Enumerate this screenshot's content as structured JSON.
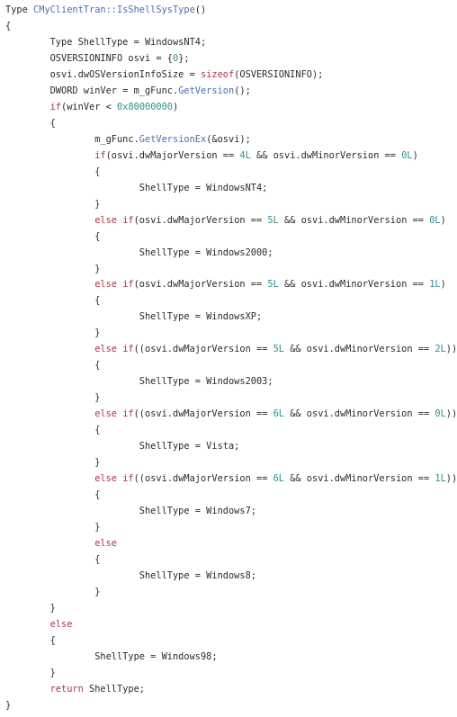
{
  "colors": {
    "keyword": "#b3324a",
    "function": "#4a6fb0",
    "number": "#2f8f8f",
    "text": "#2b2b2b",
    "background": "#ffffff"
  },
  "lines": [
    [
      {
        "t": "Type ",
        "c": "t"
      },
      {
        "t": "CMyClientTran::IsShellSysType",
        "c": "f"
      },
      {
        "t": "()",
        "c": "t"
      }
    ],
    [
      {
        "t": "{",
        "c": "t"
      }
    ],
    [
      {
        "t": "        Type ShellType = WindowsNT4;",
        "c": "t"
      }
    ],
    [
      {
        "t": "        OSVERSIONINFO osvi = {",
        "c": "t"
      },
      {
        "t": "0",
        "c": "n"
      },
      {
        "t": "};",
        "c": "t"
      }
    ],
    [
      {
        "t": "        osvi.dwOSVersionInfoSize = ",
        "c": "t"
      },
      {
        "t": "sizeof",
        "c": "k"
      },
      {
        "t": "(OSVERSIONINFO);",
        "c": "t"
      }
    ],
    [
      {
        "t": "        DWORD winVer = m_gFunc.",
        "c": "t"
      },
      {
        "t": "GetVersion",
        "c": "f"
      },
      {
        "t": "();",
        "c": "t"
      }
    ],
    [
      {
        "t": "        ",
        "c": "t"
      },
      {
        "t": "if",
        "c": "k"
      },
      {
        "t": "(winVer < ",
        "c": "t"
      },
      {
        "t": "0x80000000",
        "c": "n"
      },
      {
        "t": ")",
        "c": "t"
      }
    ],
    [
      {
        "t": "        {",
        "c": "t"
      }
    ],
    [
      {
        "t": "                m_gFunc.",
        "c": "t"
      },
      {
        "t": "GetVersionEx",
        "c": "f"
      },
      {
        "t": "(&osvi);",
        "c": "t"
      }
    ],
    [
      {
        "t": "                ",
        "c": "t"
      },
      {
        "t": "if",
        "c": "k"
      },
      {
        "t": "(osvi.dwMajorVersion == ",
        "c": "t"
      },
      {
        "t": "4L",
        "c": "n"
      },
      {
        "t": " && osvi.dwMinorVersion == ",
        "c": "t"
      },
      {
        "t": "0L",
        "c": "n"
      },
      {
        "t": ")",
        "c": "t"
      }
    ],
    [
      {
        "t": "                {",
        "c": "t"
      }
    ],
    [
      {
        "t": "                        ShellType = WindowsNT4;",
        "c": "t"
      }
    ],
    [
      {
        "t": "                }",
        "c": "t"
      }
    ],
    [
      {
        "t": "                ",
        "c": "t"
      },
      {
        "t": "else if",
        "c": "k"
      },
      {
        "t": "(osvi.dwMajorVersion == ",
        "c": "t"
      },
      {
        "t": "5L",
        "c": "n"
      },
      {
        "t": " && osvi.dwMinorVersion == ",
        "c": "t"
      },
      {
        "t": "0L",
        "c": "n"
      },
      {
        "t": ")",
        "c": "t"
      }
    ],
    [
      {
        "t": "                {",
        "c": "t"
      }
    ],
    [
      {
        "t": "                        ShellType = Windows2000;",
        "c": "t"
      }
    ],
    [
      {
        "t": "                }",
        "c": "t"
      }
    ],
    [
      {
        "t": "                ",
        "c": "t"
      },
      {
        "t": "else if",
        "c": "k"
      },
      {
        "t": "(osvi.dwMajorVersion == ",
        "c": "t"
      },
      {
        "t": "5L",
        "c": "n"
      },
      {
        "t": " && osvi.dwMinorVersion == ",
        "c": "t"
      },
      {
        "t": "1L",
        "c": "n"
      },
      {
        "t": ")",
        "c": "t"
      }
    ],
    [
      {
        "t": "                {",
        "c": "t"
      }
    ],
    [
      {
        "t": "                        ShellType = WindowsXP;",
        "c": "t"
      }
    ],
    [
      {
        "t": "                }",
        "c": "t"
      }
    ],
    [
      {
        "t": "                ",
        "c": "t"
      },
      {
        "t": "else if",
        "c": "k"
      },
      {
        "t": "((osvi.dwMajorVersion == ",
        "c": "t"
      },
      {
        "t": "5L",
        "c": "n"
      },
      {
        "t": " && osvi.dwMinorVersion == ",
        "c": "t"
      },
      {
        "t": "2L",
        "c": "n"
      },
      {
        "t": "))",
        "c": "t"
      }
    ],
    [
      {
        "t": "                {",
        "c": "t"
      }
    ],
    [
      {
        "t": "                        ShellType = Windows2003;",
        "c": "t"
      }
    ],
    [
      {
        "t": "                }",
        "c": "t"
      }
    ],
    [
      {
        "t": "                ",
        "c": "t"
      },
      {
        "t": "else if",
        "c": "k"
      },
      {
        "t": "((osvi.dwMajorVersion == ",
        "c": "t"
      },
      {
        "t": "6L",
        "c": "n"
      },
      {
        "t": " && osvi.dwMinorVersion == ",
        "c": "t"
      },
      {
        "t": "0L",
        "c": "n"
      },
      {
        "t": "))",
        "c": "t"
      }
    ],
    [
      {
        "t": "                {",
        "c": "t"
      }
    ],
    [
      {
        "t": "                        ShellType = Vista;",
        "c": "t"
      }
    ],
    [
      {
        "t": "                }",
        "c": "t"
      }
    ],
    [
      {
        "t": "                ",
        "c": "t"
      },
      {
        "t": "else if",
        "c": "k"
      },
      {
        "t": "((osvi.dwMajorVersion == ",
        "c": "t"
      },
      {
        "t": "6L",
        "c": "n"
      },
      {
        "t": " && osvi.dwMinorVersion == ",
        "c": "t"
      },
      {
        "t": "1L",
        "c": "n"
      },
      {
        "t": "))",
        "c": "t"
      }
    ],
    [
      {
        "t": "                {",
        "c": "t"
      }
    ],
    [
      {
        "t": "                        ShellType = Windows7;",
        "c": "t"
      }
    ],
    [
      {
        "t": "                }",
        "c": "t"
      }
    ],
    [
      {
        "t": "                ",
        "c": "t"
      },
      {
        "t": "else",
        "c": "k"
      }
    ],
    [
      {
        "t": "                {",
        "c": "t"
      }
    ],
    [
      {
        "t": "                        ShellType = Windows8;",
        "c": "t"
      }
    ],
    [
      {
        "t": "                }",
        "c": "t"
      }
    ],
    [
      {
        "t": "        }",
        "c": "t"
      }
    ],
    [
      {
        "t": "        ",
        "c": "t"
      },
      {
        "t": "else",
        "c": "k"
      }
    ],
    [
      {
        "t": "        {",
        "c": "t"
      }
    ],
    [
      {
        "t": "                ShellType = Windows98;",
        "c": "t"
      }
    ],
    [
      {
        "t": "        }",
        "c": "t"
      }
    ],
    [
      {
        "t": "        ",
        "c": "t"
      },
      {
        "t": "return",
        "c": "k"
      },
      {
        "t": " ShellType;",
        "c": "t"
      }
    ],
    [
      {
        "t": "}",
        "c": "t"
      }
    ]
  ]
}
